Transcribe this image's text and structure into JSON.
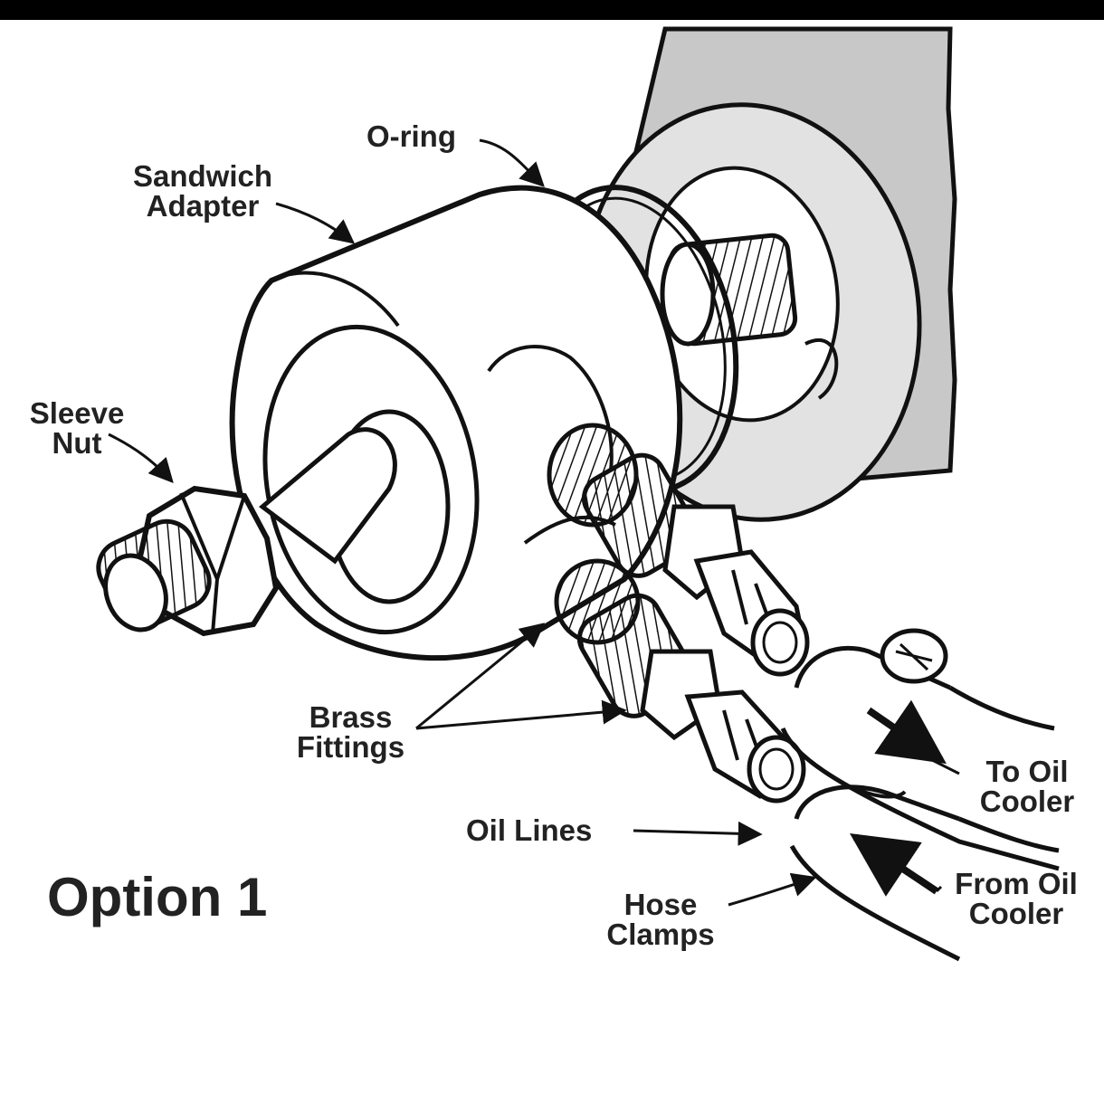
{
  "labels": {
    "o_ring": "O-ring",
    "sandwich_adapter": [
      "Sandwich",
      "Adapter"
    ],
    "sleeve_nut": [
      "Sleeve",
      "Nut"
    ],
    "brass_fittings": [
      "Brass",
      "Fittings"
    ],
    "oil_lines": "Oil Lines",
    "to_oil_cooler": [
      "To Oil",
      "Cooler"
    ],
    "from_oil_cooler": [
      "From Oil",
      "Cooler"
    ],
    "hose_clamps": [
      "Hose",
      "Clamps"
    ],
    "option": "Option 1"
  },
  "colors": {
    "ink": "#111111",
    "engine_gray": "#c8c8c8",
    "flange_gray": "#e2e2e2",
    "background": "#ffffff"
  }
}
